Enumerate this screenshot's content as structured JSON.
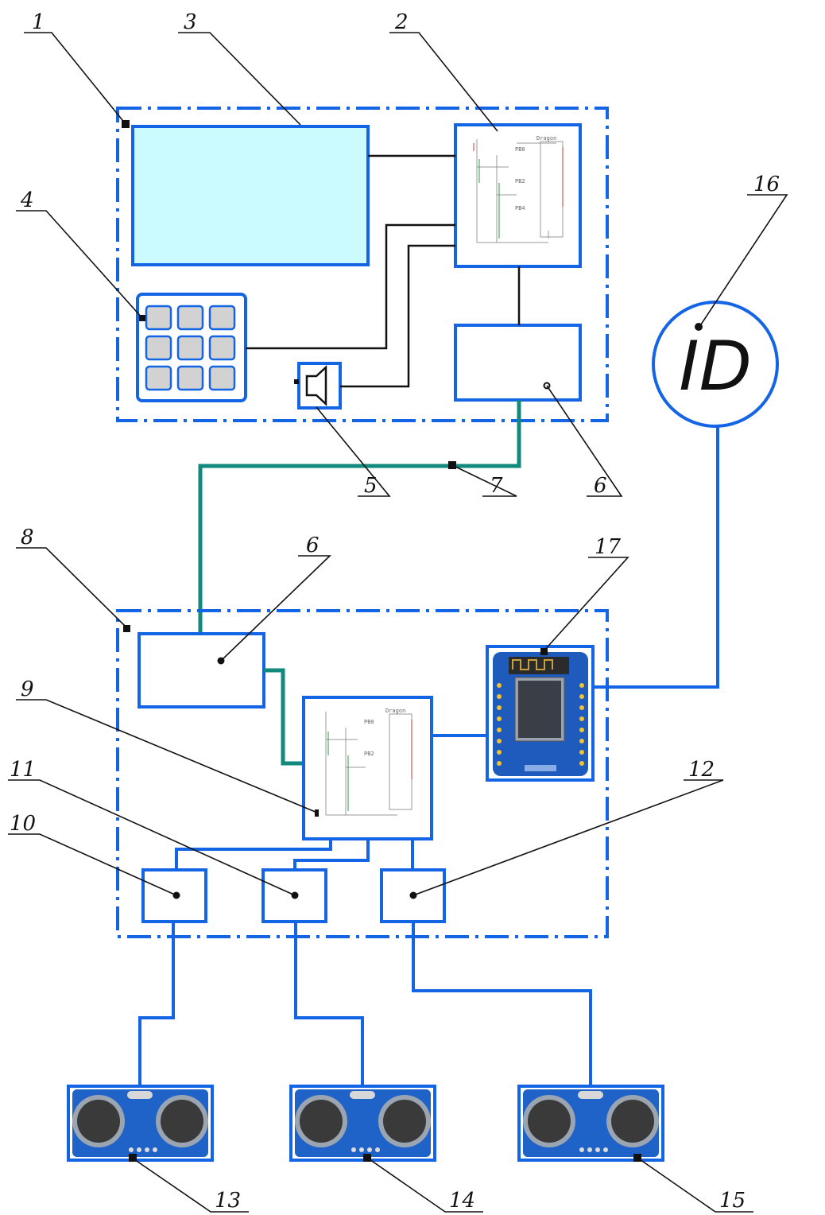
{
  "colors": {
    "frame": "#1464e6",
    "wire": "#111111",
    "cable": "#12897d",
    "display_fill": "#ccfbff",
    "key_fill": "#d2d2d2",
    "sensor_board": "#1f63c9"
  },
  "labels": {
    "n1": "1",
    "n2": "2",
    "n3": "3",
    "n4": "4",
    "n5": "5",
    "n6a": "6",
    "n6b": "6",
    "n7": "7",
    "n8": "8",
    "n9": "9",
    "n10": "10",
    "n11": "11",
    "n12": "12",
    "n13": "13",
    "n14": "14",
    "n15": "15",
    "n16": "16",
    "n17": "17"
  },
  "id_reader": {
    "text": "ID"
  },
  "icons": {
    "speaker": "speaker-icon",
    "keypad": "keypad-icon",
    "wifi_module": "wifi-module-icon",
    "ultrasonic_sensor": "ultrasonic-sensor-icon"
  }
}
